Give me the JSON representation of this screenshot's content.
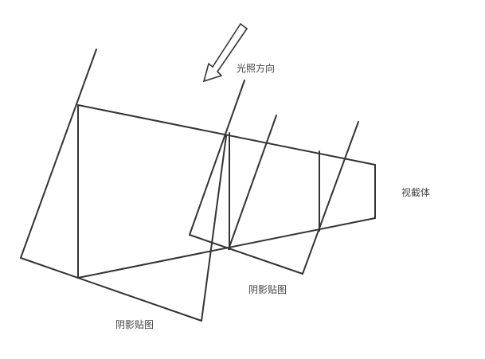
{
  "labels": {
    "light_direction": "光照方向",
    "view_frustum": "视截体",
    "shadow_map_near": "阴影贴图",
    "shadow_map_far": "阴影贴图"
  },
  "colors": {
    "stroke": "#333333",
    "text": "#444444",
    "background": "#ffffff"
  }
}
